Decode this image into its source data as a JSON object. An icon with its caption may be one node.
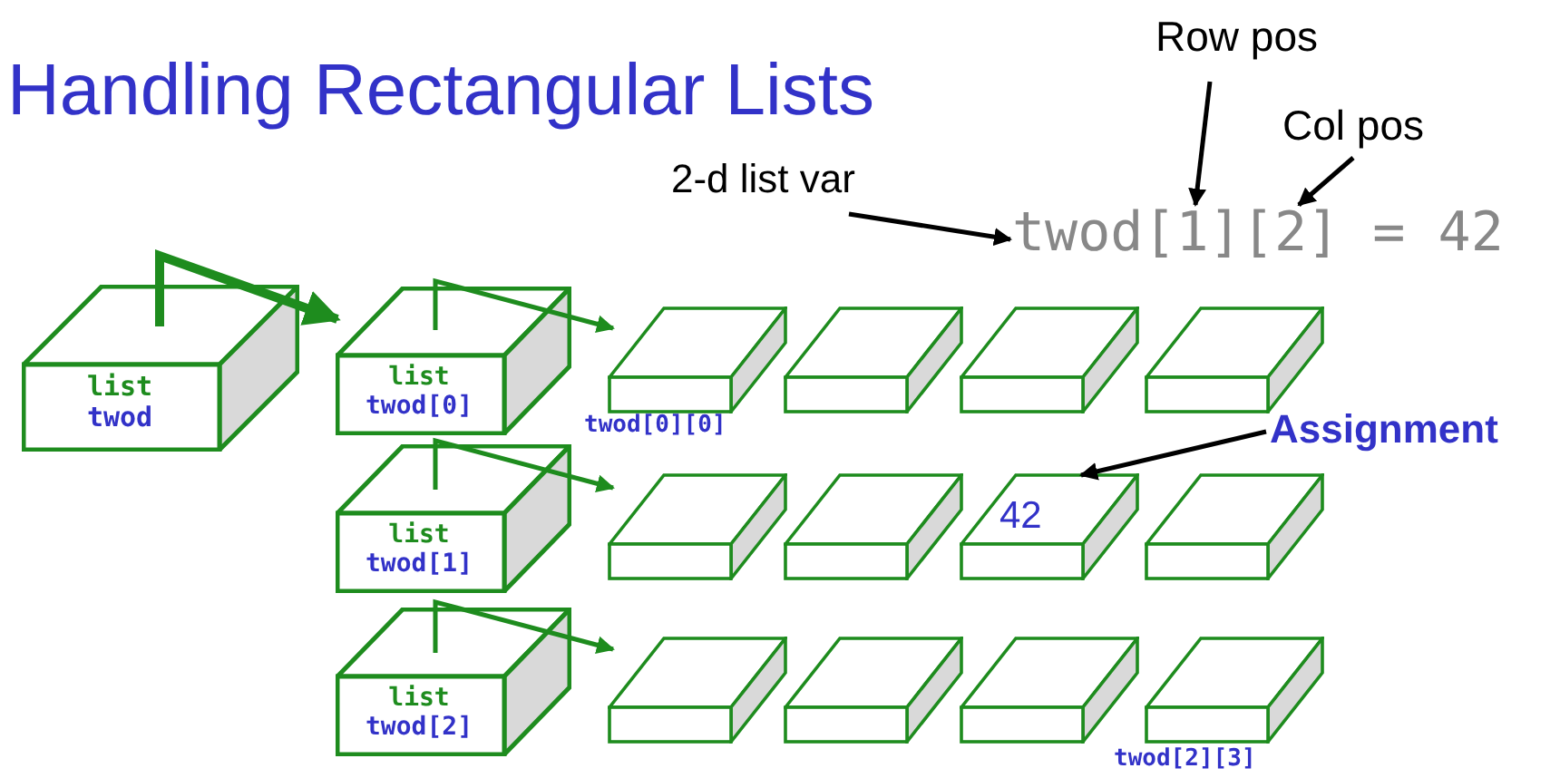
{
  "diagram": {
    "title": "Handling Rectangular Lists",
    "nodes": [
      {
        "text": [
          "list",
          "twod"
        ]
      },
      {
        "text": [
          "list",
          "twod[0]"
        ]
      },
      {
        "text": [
          "list",
          "twod[1]"
        ]
      },
      {
        "text": [
          "list",
          "twod[2]"
        ]
      },
      {
        "text": [],
        "shape": "box",
        "beside": [
          "twod[0][0]"
        ]
      },
      {
        "text": [],
        "shape": "box"
      },
      {
        "text": [],
        "shape": "box"
      },
      {
        "text": [],
        "shape": "box"
      },
      {
        "text": [],
        "shape": "box"
      },
      {
        "text": [],
        "shape": "box"
      },
      {
        "text": [
          "42"
        ]
      },
      {
        "text": [],
        "shape": "box"
      },
      {
        "text": [],
        "shape": "box"
      },
      {
        "text": [],
        "shape": "box"
      },
      {
        "text": [],
        "shape": "box"
      },
      {
        "text": [],
        "shape": "box",
        "beside": [
          "twod[2][3]"
        ]
      },
      {
        "text": [
          "2-d list var"
        ]
      },
      {
        "text": [
          "twod[1][2] = 42"
        ]
      },
      {
        "text": [
          "Row pos"
        ]
      },
      {
        "text": [
          "Col pos"
        ]
      },
      {
        "text": [
          "Assignment"
        ]
      }
    ],
    "edges": [
      {
        "from": 0,
        "to": 1,
        "arrow": "to",
        "style": "thick",
        "color": "#1e8c1e"
      },
      {
        "from": 1,
        "to": 4,
        "arrow": "to",
        "color": "#1e8c1e"
      },
      {
        "from": 2,
        "to": 8,
        "arrow": "to",
        "color": "#1e8c1e"
      },
      {
        "from": 3,
        "to": 12,
        "arrow": "to",
        "color": "#1e8c1e"
      },
      {
        "from": 16,
        "to": 17,
        "arrow": "to",
        "color": "#000000"
      },
      {
        "from": 18,
        "to": 17,
        "arrow": "to",
        "color": "#000000"
      },
      {
        "from": 19,
        "to": 17,
        "arrow": "to",
        "color": "#000000"
      },
      {
        "from": 20,
        "to": 10,
        "arrow": "to",
        "color": "#000000"
      }
    ]
  }
}
